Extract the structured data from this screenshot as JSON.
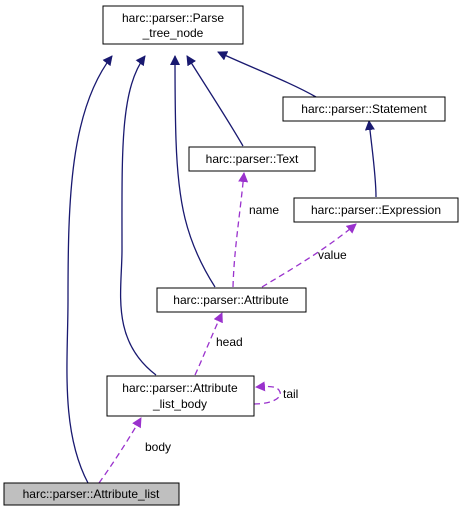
{
  "nodes": {
    "parse_tree_node": {
      "lines": [
        "harc::parser::Parse",
        "_tree_node"
      ]
    },
    "statement": {
      "lines": [
        "harc::parser::Statement"
      ]
    },
    "text": {
      "lines": [
        "harc::parser::Text"
      ]
    },
    "expression": {
      "lines": [
        "harc::parser::Expression"
      ]
    },
    "attribute": {
      "lines": [
        "harc::parser::Attribute"
      ]
    },
    "attribute_list_body": {
      "lines": [
        "harc::parser::Attribute",
        "_list_body"
      ]
    },
    "attribute_list": {
      "lines": [
        "harc::parser::Attribute_list"
      ]
    }
  },
  "edge_labels": {
    "name": "name",
    "value": "value",
    "head": "head",
    "tail": "tail",
    "body": "body"
  },
  "colors": {
    "inheritance": "#191970",
    "usage": "#9a32cd",
    "highlight_fill": "#bfbfbf",
    "node_fill": "#ffffff"
  }
}
